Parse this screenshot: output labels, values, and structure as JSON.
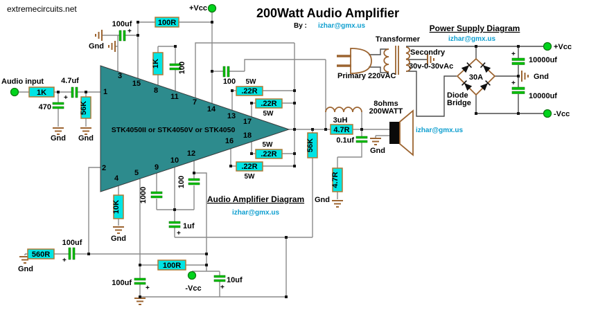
{
  "header": {
    "site": "extremecircuits.net",
    "title": "200Watt Audio Amplifier",
    "by_label": "By :",
    "email": "izhar@gmx.us"
  },
  "amp": {
    "title": "Audio Amplifier Diagram",
    "email": "izhar@gmx.us",
    "chip_label": "STK4050II or STK4050V or STK4050",
    "pins": {
      "1": "1",
      "2": "2",
      "3": "3",
      "4": "4",
      "5": "5",
      "7": "7",
      "8": "8",
      "9": "9",
      "10": "10",
      "11": "11",
      "12": "12",
      "13": "13",
      "14": "14",
      "15": "15",
      "16": "16",
      "17": "17",
      "18": "18"
    },
    "input_label": "Audio input",
    "vcc": "+Vcc",
    "neg_vcc": "-Vcc",
    "gnd": "Gnd",
    "plus": "+",
    "r_input": "1K",
    "c_input": "4.7uf",
    "c_input_shunt": "470",
    "r_input_bias": "56K",
    "c_supply": "100uf",
    "r_supply": "100R",
    "r_boot": "1K",
    "c_boot_a": "100",
    "c_boot_b": "100",
    "r_emitter": ".22R",
    "emitter_rating": "5W",
    "r_pin4": "10K",
    "c_pin9": "1000",
    "c_pin12": "100",
    "c_fb_out": "1uf",
    "r_fb": "560R",
    "c_fb": "100uf",
    "r_neg_filter": "100R",
    "c_neg_filter": "100uf",
    "c_neg_filter2": "10uf",
    "inductor": "3uH",
    "r_damp": "4.7R",
    "c_zobel": "0.1uf",
    "r_zobel": "4.7R",
    "r_out_load": "56K"
  },
  "speaker": {
    "impedance": "8ohms",
    "power": "200WATT",
    "email": "izhar@gmx.us"
  },
  "power_supply": {
    "title": "Power Supply Diagram",
    "email": "izhar@gmx.us",
    "transformer": "Transformer",
    "primary": "Primary 220vAC",
    "secondary": "Secondry",
    "secondary_voltage": "30v-0-30vAc",
    "bridge_rating": "30A",
    "bridge_name_l1": "Diode",
    "bridge_name_l2": "Bridge",
    "cap_value": "10000uf",
    "vcc": "+Vcc",
    "gnd": "Gnd",
    "neg_vcc": "-Vcc",
    "plus": "+"
  },
  "colors": {
    "component_fill": "#00e4e4",
    "component_border": "#b07a33",
    "cap_green": "#00bf00",
    "terminal_green": "#00d41c",
    "amp_body_teal": "#2d8b8d",
    "email_text": "#0d9ecf",
    "copper": "#9c6430",
    "wire_gray": "#8a8a8a"
  }
}
